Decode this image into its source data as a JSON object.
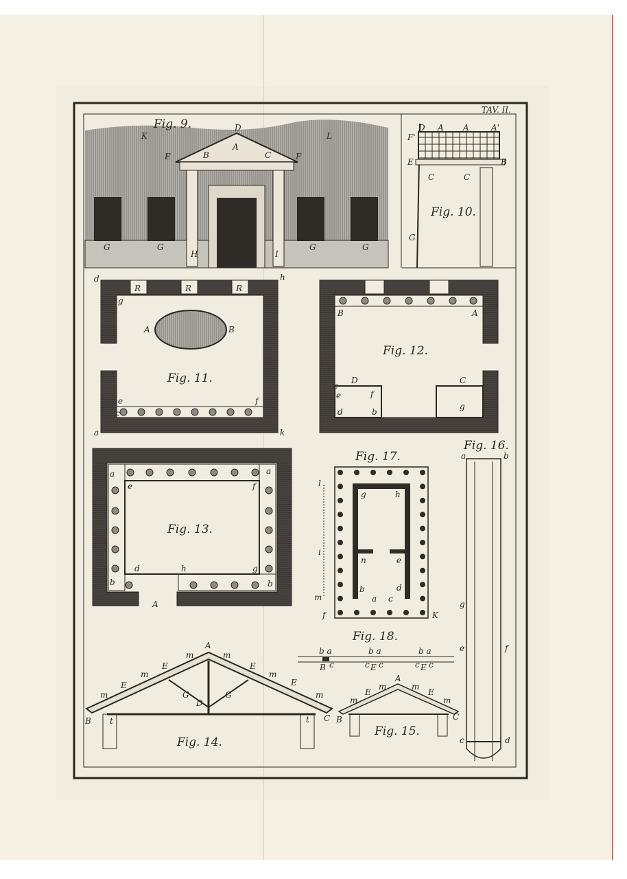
{
  "plate": {
    "title": "TAV. II.",
    "colors": {
      "paper": "#f4f0e3",
      "ink": "#2a2622",
      "hatch": "#8d8a84",
      "edge": "#c9412d"
    }
  },
  "figures": {
    "fig9": {
      "caption": "Fig. 9.",
      "labels": [
        "K",
        "D",
        "L",
        "E",
        "B",
        "A",
        "C",
        "F",
        "G",
        "G",
        "H",
        "I",
        "G",
        "G"
      ]
    },
    "fig10": {
      "caption": "Fig. 10.",
      "labels": [
        "D",
        "A",
        "A",
        "A'",
        "F'",
        "E",
        "B",
        "C",
        "C",
        "G"
      ]
    },
    "fig11": {
      "caption": "Fig. 11.",
      "labels": [
        "d",
        "h",
        "g",
        "R",
        "R",
        "R",
        "A",
        "B",
        "e",
        "f",
        "c",
        "a",
        "k"
      ]
    },
    "fig12": {
      "caption": "Fig. 12.",
      "labels": [
        "B",
        "A",
        "D",
        "C",
        "c",
        "e",
        "f",
        "d",
        "b",
        "g"
      ]
    },
    "fig13": {
      "caption": "Fig. 13.",
      "labels": [
        "a",
        "a",
        "e",
        "f",
        "d",
        "h",
        "g",
        "b",
        "b",
        "A"
      ]
    },
    "fig14": {
      "caption": "Fig. 14.",
      "labels": [
        "A",
        "m",
        "m",
        "m",
        "m",
        "E",
        "E",
        "E",
        "E",
        "m",
        "m",
        "G",
        "G",
        "D",
        "B",
        "C",
        "t",
        "t"
      ]
    },
    "fig15": {
      "caption": "Fig. 15.",
      "labels": [
        "A",
        "m",
        "E",
        "m",
        "m",
        "E",
        "m",
        "B",
        "C"
      ]
    },
    "fig16": {
      "caption": "Fig. 16.",
      "labels": [
        "a",
        "b",
        "g",
        "e",
        "f",
        "c",
        "d"
      ]
    },
    "fig17": {
      "caption": "Fig. 17.",
      "labels": [
        "l",
        "g",
        "h",
        "i",
        "n",
        "e",
        "b",
        "d",
        "a",
        "c",
        "m",
        "f",
        "K"
      ]
    },
    "fig18": {
      "caption": "Fig. 18.",
      "labels": [
        "b a",
        "B",
        "c",
        "b a",
        "c",
        "E",
        "c",
        "b a",
        "c",
        "E",
        "c"
      ]
    }
  }
}
